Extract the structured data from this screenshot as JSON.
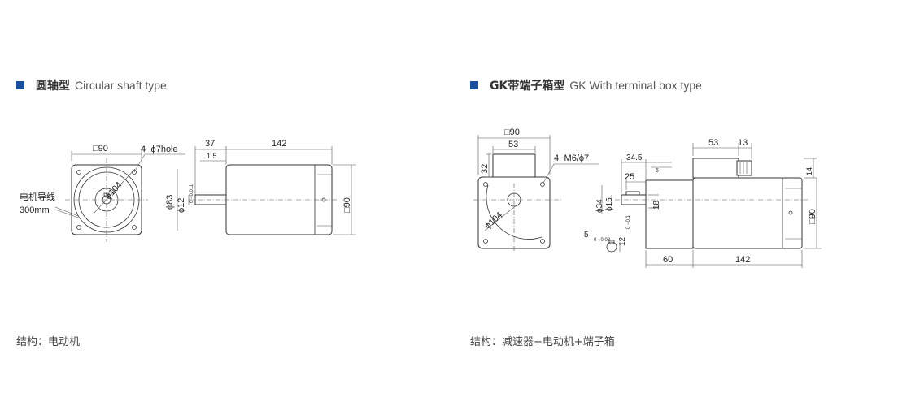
{
  "left": {
    "heading_cn": "圆轴型",
    "heading_en": "Circular shaft type",
    "caption": "结构：电动机",
    "dims": {
      "square": "□90",
      "holes": "4−ϕ7hole",
      "dia": "ϕ104",
      "lead_label": "电机导线",
      "lead_len": "300mm",
      "shaft_len": "37",
      "shaft_key": "1.5",
      "body_len": "142",
      "flange_dia": "ϕ83",
      "shaft_dia": "ϕ12",
      "shaft_tol": "0 −0.011",
      "height": "□90"
    }
  },
  "right": {
    "heading_cn": "GK带端子箱型",
    "heading_en": "GK With terminal box type",
    "caption": "结构：减速器+电动机+端子箱",
    "dims": {
      "square": "□90",
      "box_w": "53",
      "box_h": "32",
      "holes": "4−M6/ϕ7",
      "dia": "ϕ104",
      "shaft_len": "34.5",
      "shaft_step": "5",
      "key_len": "25",
      "flange_dia": "ϕ34",
      "shaft_dia": "ϕ15",
      "shaft_h": "18",
      "key_w": "5",
      "key_w_tol": "0 −0.03",
      "key_h": "12",
      "key_h_tol": "0 −0.1",
      "gear_len": "60",
      "body_len": "142",
      "box_top_w": "53",
      "box_top_gap": "13",
      "box_side": "14",
      "height": "□90"
    }
  }
}
